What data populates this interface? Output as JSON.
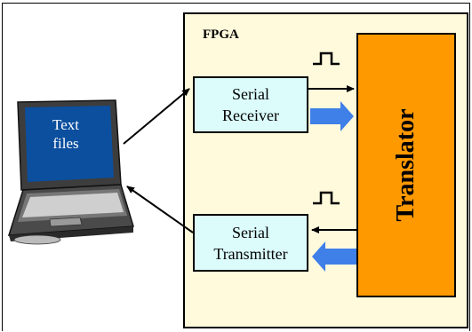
{
  "diagram": {
    "fpga_label": "FPGA",
    "laptop_screen_text": [
      "Text",
      "files"
    ],
    "serial_receiver": [
      "Serial",
      "Receiver"
    ],
    "serial_transmitter": [
      "Serial",
      "Transmitter"
    ],
    "translator_label": "Translator"
  },
  "colors": {
    "fpga_fill": "#fffadc",
    "block_fill": "#dcfcfc",
    "translator_fill": "#ff9900",
    "data_arrow": "#3f7fe8",
    "screen": "#0c4f9e"
  }
}
